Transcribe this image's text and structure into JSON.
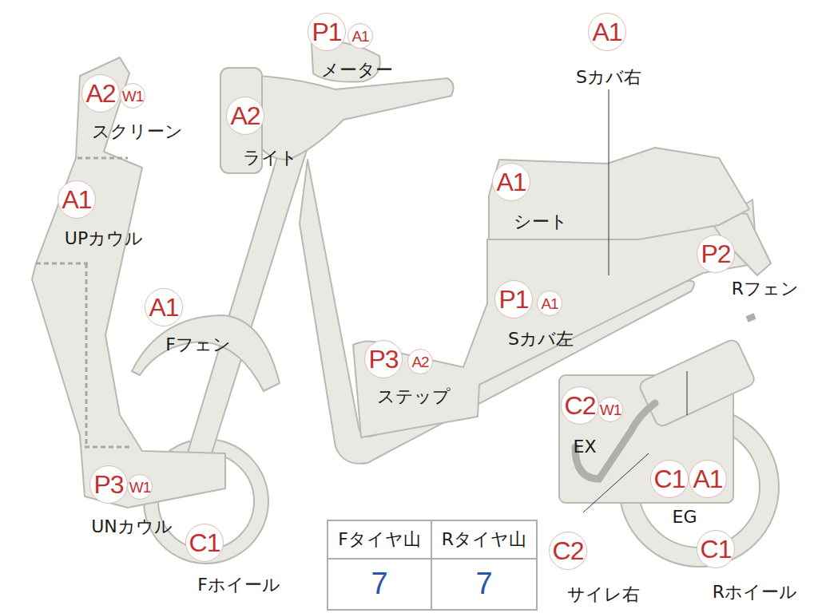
{
  "diagram": {
    "nodes": [
      {
        "text": [
          "P1"
        ]
      },
      {
        "text": [
          "A1"
        ]
      },
      {
        "text": [
          "A1"
        ]
      },
      {
        "text": [
          "A2"
        ]
      },
      {
        "text": [
          "W1"
        ]
      },
      {
        "text": [
          "A2"
        ]
      },
      {
        "text": [
          "A1"
        ]
      },
      {
        "text": [
          "A1"
        ]
      },
      {
        "text": [
          "P2"
        ]
      },
      {
        "text": [
          "P1"
        ]
      },
      {
        "text": [
          "A1"
        ]
      },
      {
        "text": [
          "A1"
        ]
      },
      {
        "text": [
          "P3"
        ]
      },
      {
        "text": [
          "A2"
        ]
      },
      {
        "text": [
          "C2"
        ]
      },
      {
        "text": [
          "W1"
        ]
      },
      {
        "text": [
          "C1"
        ]
      },
      {
        "text": [
          "A1"
        ]
      },
      {
        "text": [
          "P3"
        ]
      },
      {
        "text": [
          "W1"
        ]
      },
      {
        "text": [
          "C1"
        ]
      },
      {
        "text": [
          "C2"
        ]
      },
      {
        "text": [
          "C1"
        ]
      }
    ],
    "labels": [
      "メーター",
      "Sカバ右",
      "スクリーン",
      "ライト",
      "シート",
      "UPカウル",
      "Rフェン",
      "Sカバ左",
      "Fフェン",
      "ステップ",
      "EX",
      "EG",
      "UNカウル",
      "Fタイヤ山",
      "Rタイヤ山",
      "7",
      "7",
      "Fホイール",
      "サイレ右",
      "Rホイール"
    ]
  }
}
